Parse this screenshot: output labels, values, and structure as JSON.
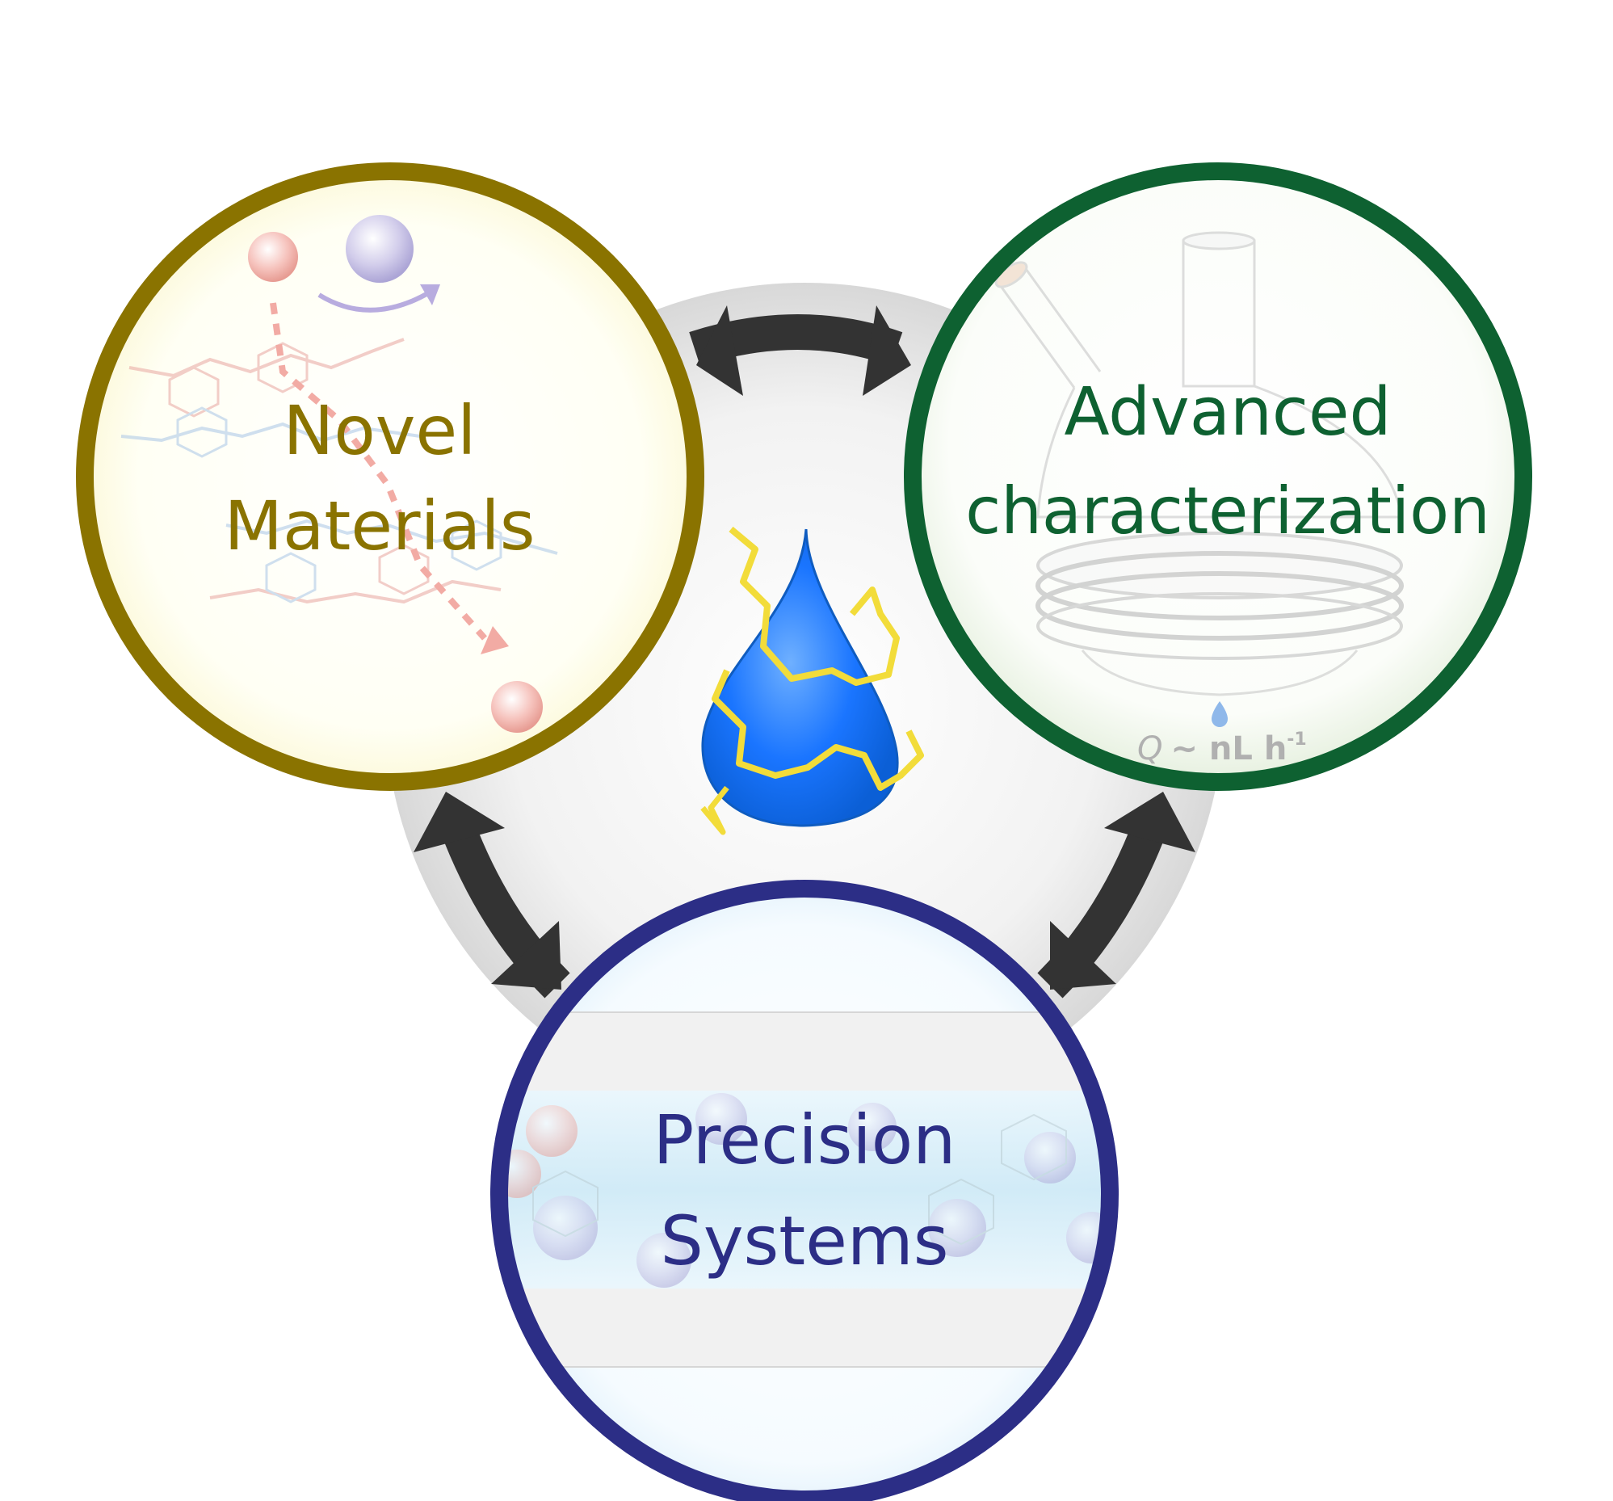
{
  "nodes": {
    "materials": {
      "line1": "Novel",
      "line2": "Materials",
      "color": "#8a7300"
    },
    "characterization": {
      "line1": "Advanced",
      "line2": "characterization",
      "color": "#0e6131"
    },
    "systems": {
      "line1": "Precision",
      "line2": "Systems",
      "color": "#2c2e86"
    }
  },
  "flow_rate": {
    "symbol": "Q",
    "text": "~ nL h",
    "exponent": "-1"
  },
  "colors": {
    "arrow": "#333333",
    "drop": "#1a75ff",
    "polymer": "#f2dc3a"
  }
}
